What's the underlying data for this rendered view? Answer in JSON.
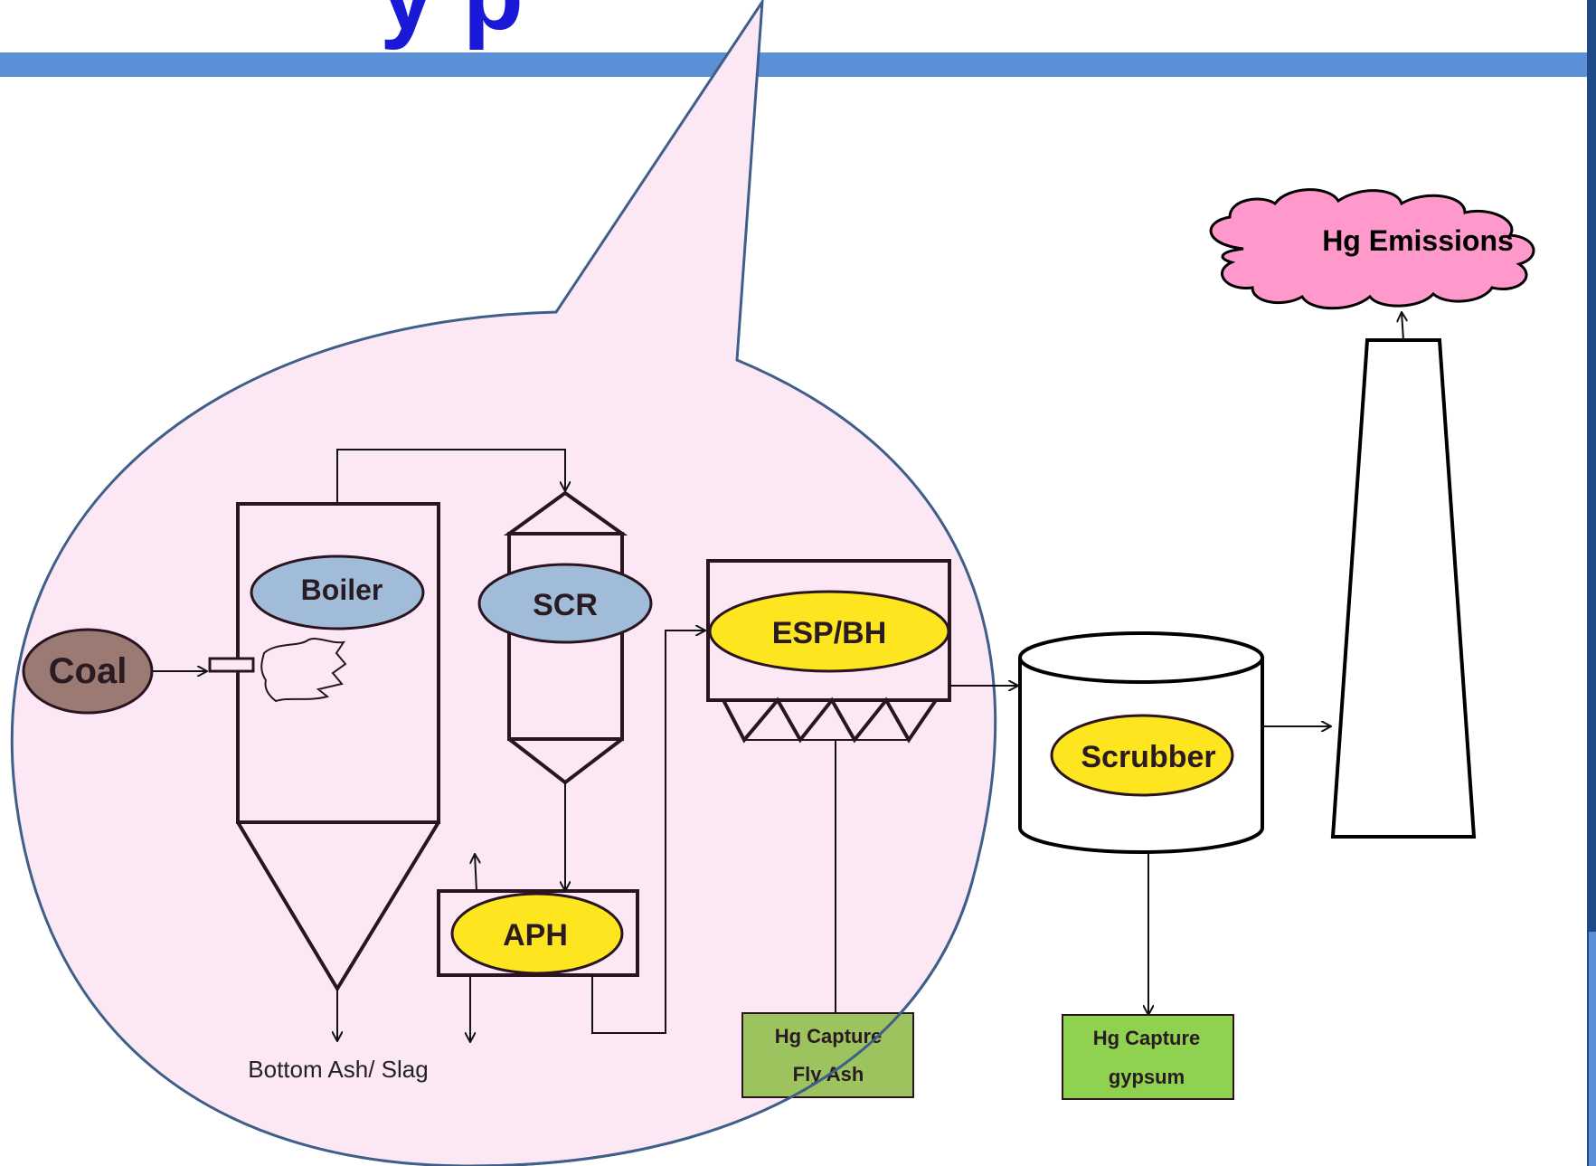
{
  "title_fragment": "y   p",
  "nodes": {
    "coal": "Coal",
    "boiler": "Boiler",
    "scr": "SCR",
    "esp": "ESP/BH",
    "aph": "APH",
    "scrubber": "Scrubber",
    "emissions": "Hg Emissions",
    "bottom_ash": "Bottom Ash/ Slag",
    "fly_ash_line1": "Hg Capture",
    "fly_ash_line2": "Fly Ash",
    "gypsum_line1": "Hg Capture",
    "gypsum_line2": "gypsum"
  },
  "colors": {
    "banner": "#5b8fd6",
    "title": "#1a1ad6",
    "callout_fill": "#fce8f5",
    "callout_stroke": "#3f5f8a",
    "coal": "#9a7a72",
    "blue_ellipse": "#a0bcd9",
    "yellow_ellipse": "#fde51f",
    "cloud": "#ff99cc",
    "green_fly_ash": "#9dc35f",
    "green_gypsum": "#8fd24f"
  }
}
